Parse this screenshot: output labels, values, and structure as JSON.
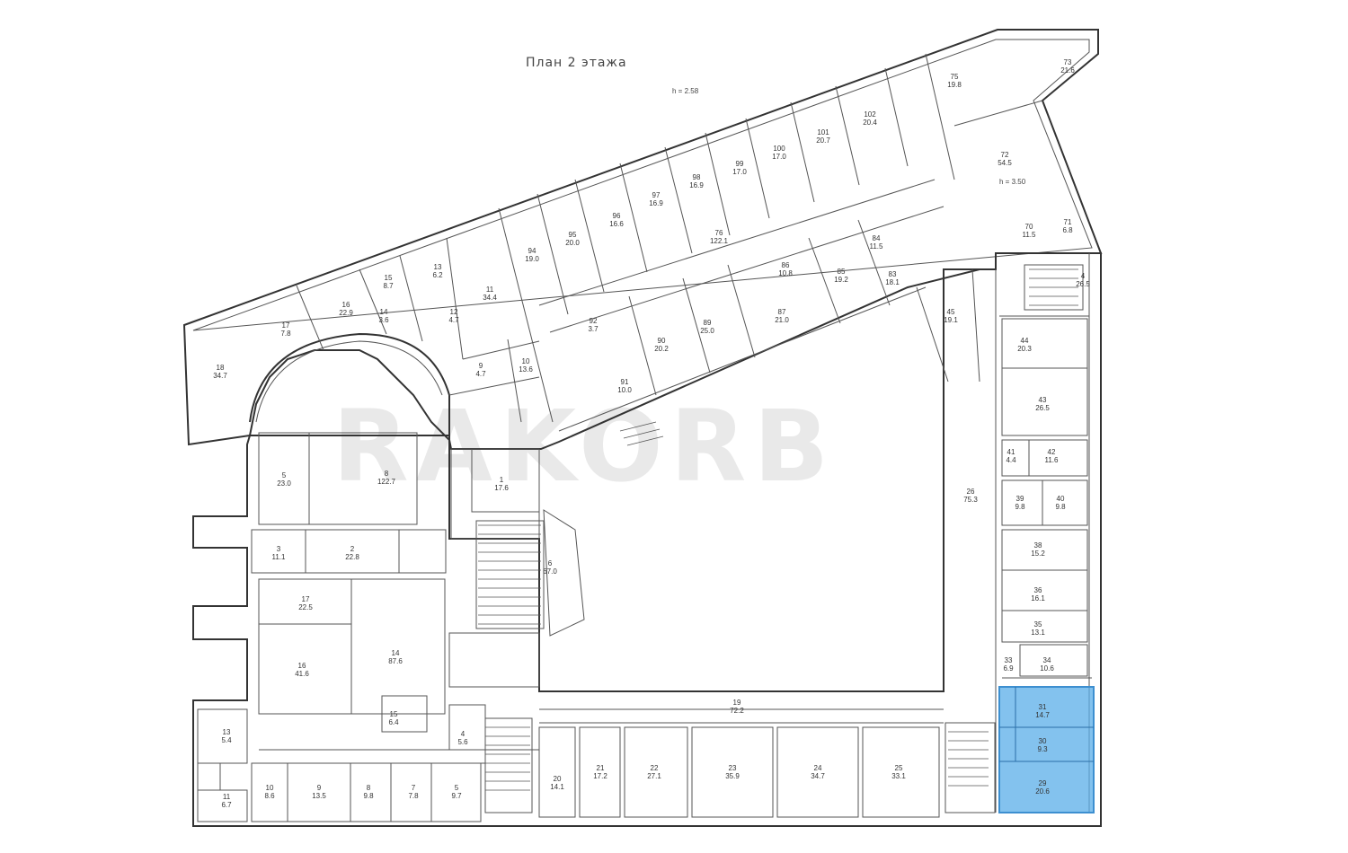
{
  "title": "План 2 этажа",
  "heights": {
    "upper": "h = 2.58",
    "right": "h = 3.50"
  },
  "watermark": "RAKORB",
  "highlight_color": "#5aaee8",
  "rooms": [
    {
      "id": "18",
      "area": "34.7"
    },
    {
      "id": "17",
      "area": "7.8"
    },
    {
      "id": "16",
      "area": "22.9"
    },
    {
      "id": "15",
      "area": "8.7"
    },
    {
      "id": "14",
      "area": "3.6"
    },
    {
      "id": "13",
      "area": "6.2"
    },
    {
      "id": "12",
      "area": "4.7"
    },
    {
      "id": "11",
      "area": "34.4"
    },
    {
      "id": "10",
      "area": "13.6"
    },
    {
      "id": "9",
      "area": "4.7"
    },
    {
      "id": "94",
      "area": "19.0"
    },
    {
      "id": "95",
      "area": "20.0"
    },
    {
      "id": "96",
      "area": "16.6"
    },
    {
      "id": "97",
      "area": "16.9"
    },
    {
      "id": "98",
      "area": "16.9"
    },
    {
      "id": "99",
      "area": "17.0"
    },
    {
      "id": "100",
      "area": "17.0"
    },
    {
      "id": "101",
      "area": "20.7"
    },
    {
      "id": "102",
      "area": "20.4"
    },
    {
      "id": "75",
      "area": "19.8"
    },
    {
      "id": "73",
      "area": "21.6"
    },
    {
      "id": "72",
      "area": "54.5"
    },
    {
      "id": "71",
      "area": "6.8"
    },
    {
      "id": "70",
      "area": "11.5"
    },
    {
      "id": "85",
      "area": "19.2"
    },
    {
      "id": "84",
      "area": "11.5"
    },
    {
      "id": "83",
      "area": "18.1"
    },
    {
      "id": "86",
      "area": "10.8"
    },
    {
      "id": "87",
      "area": "21.0"
    },
    {
      "id": "89",
      "area": "25.0"
    },
    {
      "id": "90",
      "area": "20.2"
    },
    {
      "id": "91",
      "area": "10.0"
    },
    {
      "id": "92",
      "area": "3.7"
    },
    {
      "id": "76",
      "area": "122.1"
    },
    {
      "id": "45",
      "area": "19.1"
    },
    {
      "id": "44",
      "area": "20.3"
    },
    {
      "id": "43",
      "area": "26.5"
    },
    {
      "id": "42",
      "area": "11.6"
    },
    {
      "id": "41",
      "area": "4.4"
    },
    {
      "id": "40",
      "area": "9.8"
    },
    {
      "id": "39",
      "area": "9.8"
    },
    {
      "id": "38",
      "area": "15.2"
    },
    {
      "id": "36",
      "area": "16.1"
    },
    {
      "id": "35",
      "area": "13.1"
    },
    {
      "id": "34",
      "area": "10.6"
    },
    {
      "id": "33",
      "area": "6.9"
    },
    {
      "id": "31",
      "area": "14.7"
    },
    {
      "id": "30",
      "area": "9.3"
    },
    {
      "id": "29",
      "area": "20.6"
    },
    {
      "id": "26",
      "area": "75.3"
    },
    {
      "id": "4",
      "area": "26.5"
    },
    {
      "id": "19",
      "area": "72.2"
    },
    {
      "id": "20",
      "area": "14.1"
    },
    {
      "id": "21",
      "area": "17.2"
    },
    {
      "id": "22",
      "area": "27.1"
    },
    {
      "id": "23",
      "area": "35.9"
    },
    {
      "id": "24",
      "area": "34.7"
    },
    {
      "id": "25",
      "area": "33.1"
    },
    {
      "id": "8",
      "area": "122.7"
    },
    {
      "id": "5",
      "area": "23.0"
    },
    {
      "id": "3",
      "area": "11.1"
    },
    {
      "id": "2",
      "area": "22.8"
    },
    {
      "id": "1",
      "area": "17.6"
    },
    {
      "id": "6",
      "area": "67.0"
    },
    {
      "id": "16",
      "area": "41.6"
    },
    {
      "id": "14",
      "area": "87.6"
    },
    {
      "id": "17",
      "area": "22.5"
    },
    {
      "id": "13",
      "area": "5.4"
    },
    {
      "id": "11",
      "area": "6.7"
    },
    {
      "id": "10",
      "area": "8.6"
    },
    {
      "id": "9",
      "area": "13.5"
    },
    {
      "id": "8",
      "area": "9.8"
    },
    {
      "id": "7",
      "area": "7.8"
    },
    {
      "id": "5",
      "area": "9.7"
    },
    {
      "id": "4",
      "area": "5.6"
    },
    {
      "id": "15",
      "area": "6.4"
    }
  ]
}
